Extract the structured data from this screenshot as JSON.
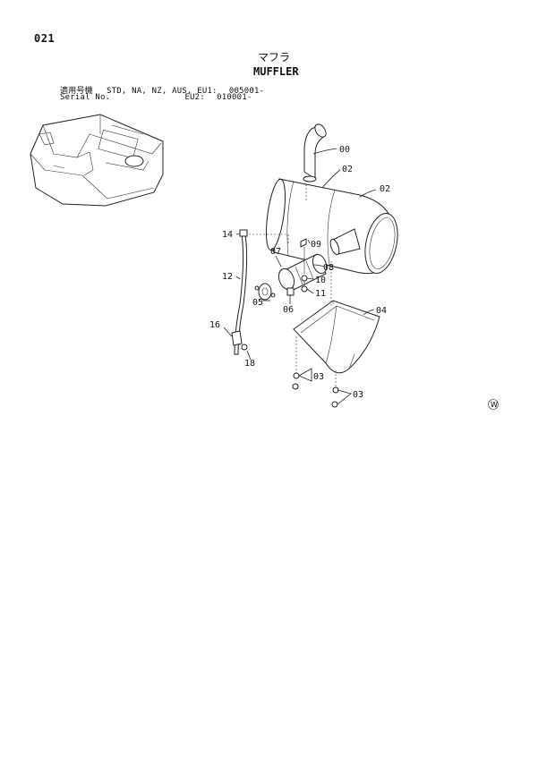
{
  "page_number": "021",
  "title_jp": "マフラ",
  "title_en": "MUFFLER",
  "serial": {
    "row1_label": "適用号機",
    "row1_models": "STD, NA, NZ, AUS, EU1:",
    "row1_number": "005001-",
    "row2_label": "Serial No.",
    "row2_models": "EU2:",
    "row2_number": "010001-"
  },
  "callouts": {
    "c00": "00",
    "c02a": "02",
    "c02b": "02",
    "c03a": "03",
    "c03b": "03",
    "c04": "04",
    "c05": "05",
    "c06": "06",
    "c07": "07",
    "c08": "08",
    "c09": "09",
    "c10": "10",
    "c11": "11",
    "c12": "12",
    "c14": "14",
    "c16": "16",
    "c18": "18"
  },
  "watermark": "W",
  "icons": {
    "overview": "excavator-overview-icon",
    "watermark": "circled-w-mark-icon"
  }
}
